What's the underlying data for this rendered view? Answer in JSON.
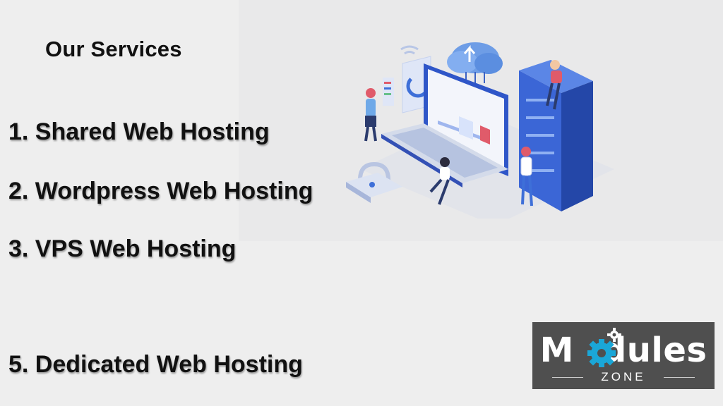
{
  "heading": "Our Services",
  "services": [
    "1. Shared Web Hosting",
    "2. Wordpress Web Hosting",
    "3. VPS Web Hosting",
    "5. Dedicated Web Hosting"
  ],
  "logo": {
    "word_start": "M",
    "word_end": "dules",
    "subtitle": "ZONE",
    "gear_color": "#1aa7d8"
  },
  "illustration_icon": "web-hosting-isometric-illustration"
}
